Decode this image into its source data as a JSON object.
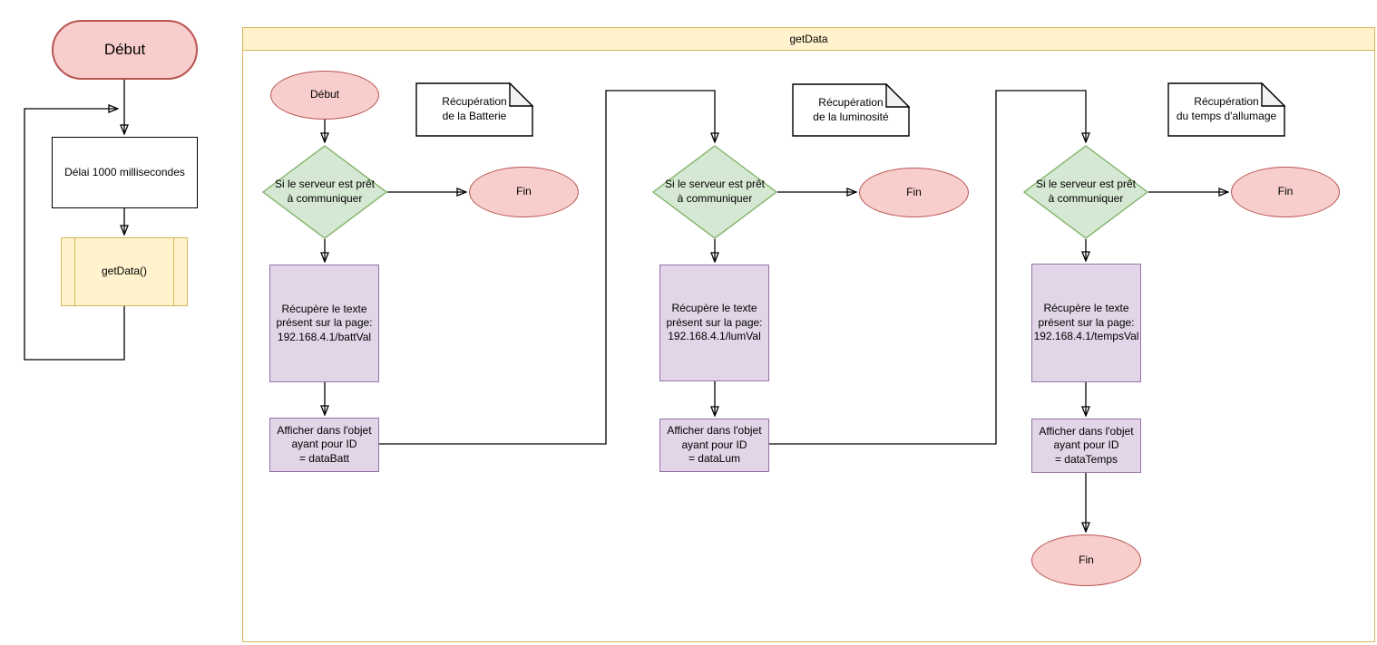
{
  "palette": {
    "red_fill": "#f8cecc",
    "red_stroke": "#b85450",
    "green_fill": "#d5e8d4",
    "green_stroke": "#82b366",
    "purple_fill": "#e1d5e7",
    "purple_stroke": "#9673a6",
    "yellow_fill": "#fff2cc",
    "yellow_stroke": "#d6b656",
    "note_fill": "#ffffff",
    "note_stroke": "#000000",
    "note_fold_fill": "#f2f2f2",
    "line_color": "#000000"
  },
  "main_flow": {
    "start_label": "Début",
    "delay_label": "Délai 1000 millisecondes",
    "call_label": "getData()"
  },
  "subroutine": {
    "title": "getData",
    "columns": [
      {
        "start_label": "Début",
        "note_label": "Récupération\nde la Batterie",
        "decision_label": "Si le serveur est prêt\nà communiquer",
        "end_label": "Fin",
        "fetch_label": "Récupère le texte\nprésent sur la page:\n192.168.4.1/battVal",
        "display_label": "Afficher dans l'objet\nayant pour ID\n= dataBatt"
      },
      {
        "note_label": "Récupération\nde la luminosité",
        "decision_label": "Si le serveur est prêt\nà communiquer",
        "end_label": "Fin",
        "fetch_label": "Récupère le texte\nprésent sur la page:\n192.168.4.1/lumVal",
        "display_label": "Afficher dans l'objet\nayant pour ID\n= dataLum"
      },
      {
        "note_label": "Récupération\ndu temps d'allumage",
        "decision_label": "Si le serveur est prêt\nà communiquer",
        "end_label": "Fin",
        "fetch_label": "Récupère le texte\nprésent sur la page:\n192.168.4.1/tempsVal",
        "display_label": "Afficher dans l'objet\nayant pour ID\n= dataTemps",
        "final_label": "Fin"
      }
    ]
  }
}
